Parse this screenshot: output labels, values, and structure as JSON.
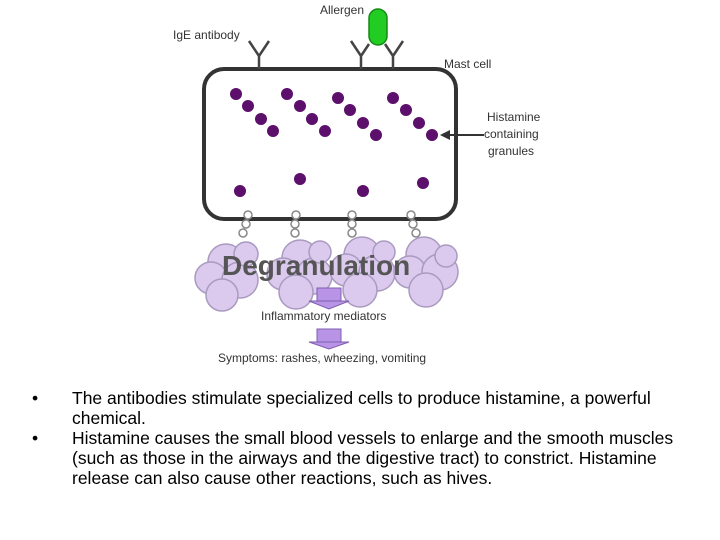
{
  "diagram": {
    "labels": {
      "allergen": "Allergen",
      "ige_antibody": "IgE antibody",
      "mast_cell": "Mast cell",
      "histamine_line1": "Histamine",
      "histamine_line2": "containing",
      "histamine_line3": "granules",
      "degranulation": "Degranulation",
      "inflammatory_mediators": "Inflammatory mediators",
      "symptoms": "Symptoms: rashes, wheezing, vomiting"
    },
    "colors": {
      "granule": "#5c0f6b",
      "cloud_fill": "#dcc9ee",
      "cloud_stroke": "#a99abf",
      "arrow_fill": "#b993e6",
      "allergen": "#22cc22",
      "cell_stroke": "#333333"
    }
  },
  "bullets": [
    {
      "marker": "•",
      "text": "The antibodies stimulate specialized cells to produce histamine, a powerful chemical."
    },
    {
      "marker": "•",
      "text": "Histamine causes the small blood vessels to enlarge and the smooth muscles (such as those in the airways and the digestive tract) to constrict. Histamine release can also cause other reactions, such as hives."
    }
  ]
}
